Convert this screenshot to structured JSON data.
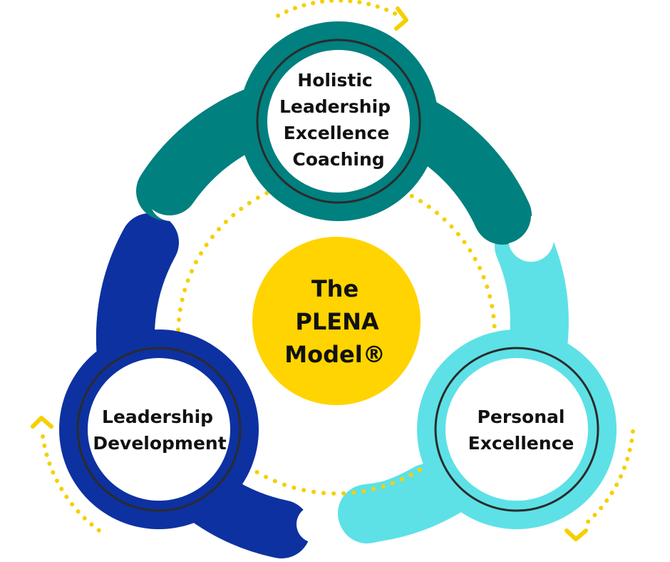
{
  "colors": {
    "teal": "#00807F",
    "navy": "#0D31A0",
    "cyan": "#5DE1E6",
    "yellow": "#FFD400",
    "dots": "#F5D000",
    "ring": "#2B2B2B",
    "background": "#FFFFFF"
  },
  "center": {
    "line1": "The",
    "line2": "PLENA",
    "line3": "Model®"
  },
  "nodes": {
    "top": {
      "line1": "Holistic",
      "line2": "Leadership",
      "line3": "Excellence",
      "line4": "Coaching"
    },
    "left": {
      "line1": "Leadership",
      "line2": "Development"
    },
    "right": {
      "line1": "Personal",
      "line2": "Excellence"
    }
  },
  "icons": {
    "arrow_top": "chevron-right-icon",
    "arrow_left": "chevron-up-icon",
    "arrow_right": "chevron-down-icon"
  }
}
